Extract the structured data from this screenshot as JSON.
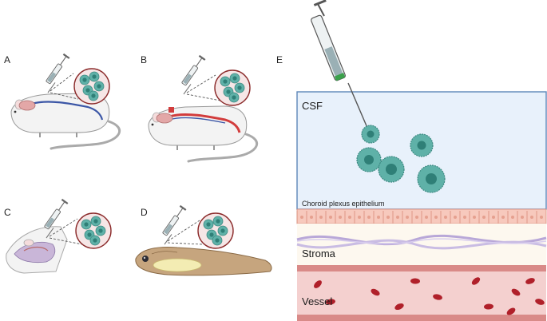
{
  "panels": {
    "a": {
      "label": "A"
    },
    "b": {
      "label": "B"
    },
    "c": {
      "label": "C"
    },
    "d": {
      "label": "D"
    },
    "e": {
      "label": "E"
    }
  },
  "panel_e": {
    "csf_label": "CSF",
    "epithelium_label": "Choroid plexus epithelium",
    "stroma_label": "Stroma",
    "vessel_label": "Vessel"
  },
  "colors": {
    "csf_fill": "#e8f1fb",
    "csf_border": "#5d86b8",
    "tumor_cell": "#5fb1a8",
    "tumor_nucleus": "#2f7f77",
    "epithelium": "#f7c9bd",
    "vessel": "#f4d0cf",
    "rbc": "#b0202a",
    "spinal_blue": "#3b56a6",
    "spinal_red": "#d23c3c"
  },
  "icons": {
    "syringe": "syringe-icon",
    "cells": "tumor-cells-magnifier-icon",
    "mouse": "mouse-icon",
    "zebrafish": "zebrafish-icon"
  }
}
